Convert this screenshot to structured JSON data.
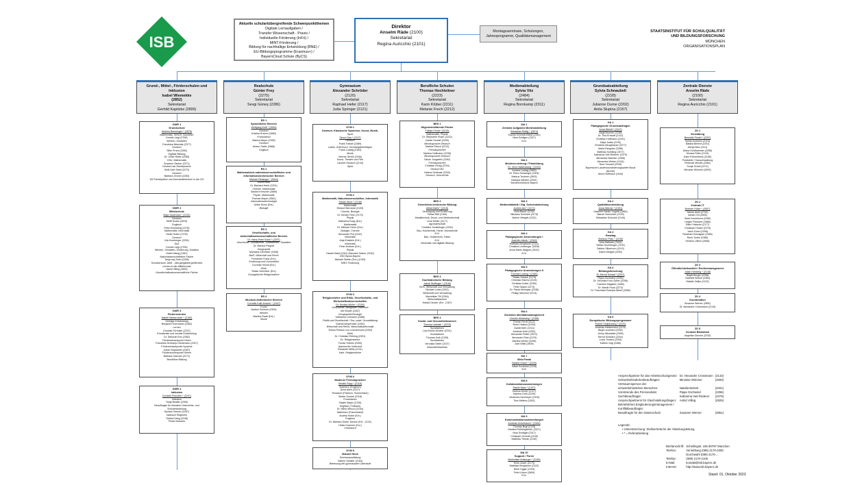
{
  "logo": {
    "text": "ISB",
    "color": "#1a9a4b"
  },
  "focus_box": {
    "title": "Aktuelle schulartübergreifende Schwerpunktthemen",
    "lines": [
      "Digitale Lernaufgaben /",
      "Transfer Wissenschaft - Praxis /",
      "Individuelle Förderung (InFö) /",
      "MINT-Förderung /",
      "Bildung für nachhaltige Entwicklung (BNE) /",
      "EU-Bildungsprogramme (Erasmus+) /",
      "BayernCloud Schule (ByCS)"
    ]
  },
  "director": {
    "title": "Direktor",
    "name": "Anselm Räde",
    "code": "(2100)",
    "sek": "Sekretariat",
    "sek_name": "Regina Auricchio (2101)"
  },
  "seminar_box": {
    "lines": [
      "Montagsseminare, Schulungen,",
      "Jahresprogramm, Qualitätsmanagement"
    ]
  },
  "header": {
    "l1": "STAATSINSTITUT FÜR SCHULQUALITÄT",
    "l2": "UND BILDUNGSFORSCHUNG",
    "l3": "MÜNCHEN",
    "l4": "ORGANISATIONSPLAN"
  },
  "depts": [
    {
      "lines": [
        "Grund-, Mittel-, Förderschulen und",
        "Inklusion",
        "Isabel Wiemekke",
        "(2852)",
        "Sekretariat",
        "Gerhild Kapitzke (2899)"
      ]
    },
    {
      "lines": [
        "Realschule",
        "Günter Frey",
        "(2275)",
        "Sekretariat",
        "Sevgi Güneş (2286)"
      ]
    },
    {
      "lines": [
        "Gymnasium",
        "Alexander Schröder",
        "(2120)",
        "Sekretariat",
        "Raphael Hefer (2117)",
        "Jutta Springer (2121)"
      ]
    },
    {
      "lines": [
        "Berufliche Schulen",
        "Thomas Hochleitner",
        "(2223)",
        "Sekretariat",
        "Karin Klüber (2211)",
        "Melanie Frech (2212)"
      ]
    },
    {
      "lines": [
        "Medienabteilung",
        "Sylvia Vitz",
        "(2484)",
        "Sekretariat",
        "Regina Bornkamp (2311)"
      ]
    },
    {
      "lines": [
        "Grundsatzabteilung",
        "Sylvia Schnaubelt",
        "(2228)",
        "Sekretariat",
        "Julianne Durne (2202)",
        "Anita Slupina (2157)"
      ]
    },
    {
      "lines": [
        "Zentrale Dienste",
        "Anselm Räde",
        "(2100)",
        "Sekretariat",
        "Regina Auricchio (2101)"
      ]
    }
  ],
  "units": [
    {
      "id": "gm1",
      "lines": [
        "GMFI 1",
        "Grundschule",
        "Andrea Brenninger * (2875)",
        "Mathematik, SINUS, SchuMaS",
        "Kerstin Liegl (2706)",
        "Werken, Gestalten",
        "Franziska Nitschak (2377)",
        "Deutsch",
        "Silke Prues (2283)",
        "Digitale Bildung",
        "Dr. Ulrike Rülke (2285)",
        "HSU, Mathematik",
        "Susanne Steiner (2271)",
        "Deutsch als Zweitsprache",
        "Wolf-Axel Stahl (2270)",
        "Deutsch",
        "Barbara Zeuner (2283)",
        "MV Partizipation und Demokratielernen in der GS"
      ]
    },
    {
      "id": "gm2",
      "lines": [
        "GMFI 2",
        "Mittelschule",
        "Maja Sauerman * (2234)",
        "Deutsch",
        "Steffi Duske (2876)",
        "Englisch",
        "Peter Eisenberg (2278)",
        "Mathematik, Informatik",
        "Heike Hutter (2709)",
        "Deutsch",
        "Uta Kronberger (2251)",
        "DaZ",
        "Kerstin Liegl (2706)",
        "Werken, Gestalten, Ernährung, Soziales",
        "Detlef Hänig (2381)",
        "Naturwissenschaftliche Fächer",
        "Tanja vay Zeeb (2265)",
        "Schulversuch JAMI - Jahrgangsübergreifendes",
        "Lernen in der Mittelschule",
        "Astrid Villing (2825)",
        "Gesellschaftswissenschaftliche Fächer"
      ]
    },
    {
      "id": "gm3",
      "lines": [
        "GMFI 3",
        "Förderschulen",
        "Isabell Niedermeier * (2150)",
        "Geistige Entwicklung",
        "Benjamin Dohrmann (2482)",
        "Lernen",
        "Dominik Fürholler (2247)",
        "Emotionale und soziale Entwicklung",
        "Dr. Deborah Eck (2382)",
        "Förderschwerpunkt Hören",
        "Franziska Schramp-Gleckmann (2327)",
        "Förderschwerpunkt Sprache",
        "Julian Degrauber (2387)",
        "Förderschwerpunkt Sehen",
        "Barbara Gascher (2271)",
        "Berufliche Bildung"
      ]
    },
    {
      "id": "gm4",
      "lines": [
        "GMFI 4",
        "Inklusion",
        "Dominik Fürholler * (2247)",
        "Inklusion",
        "Tanja Beattie (2269)",
        "Beauftragte für Inklusive Unterrichts- und",
        "Schulentwicklung",
        "Myriam Seesch (2267)",
        "Inklusive Regionen",
        "Tobias Eding (2198)",
        "Portal Inklusion"
      ]
    },
    {
      "id": "rs1",
      "lines": [
        "RS 1",
        "Sprachlicher Bereich",
        "Wolfgang Kolb * (2644)",
        "Deutsch",
        "Kristina Kramm (2660)",
        "Französisch",
        "Marina Mayer (2395)",
        "Deutsch",
        "Ariane Galler (2666)",
        "Englisch"
      ]
    },
    {
      "id": "rs2",
      "lines": [
        "RS 2",
        "Mathematisch-naturwissenschaftlicher und",
        "informationstechnischer Bereich",
        "Michael Reisinger * (2641)",
        "Mathematik",
        "Dr. Barbara Harle (2291)",
        "Chemie, Mathematik",
        "Sandra Kerscher (2689)",
        "Physik, Mathematik",
        "Thomas Mayer (2661)",
        "Informationstechnologie",
        "Ulrike Dives (Ext.)",
        "Biologie"
      ]
    },
    {
      "id": "rs3",
      "lines": [
        "RS 3",
        "Gesellschafts- und",
        "wirtschaftswissenschaftlicher Bereich",
        "Dr. Hans-Peter Eckel * (2297)",
        "Geschichte, Sozialkunde, Sozialwesen, Sozialbre",
        "Dr. Markus Pingold",
        "Geographie",
        "Michaela Schreiber (2398)",
        "BwR, Wirtschaft und Recht",
        "Friederike Frank (Ext.)",
        "Ernährung und Gesundheit",
        "Cornelia Heindl (Ext.)",
        "Ethik",
        "Tobias Schreiner (Ext.)",
        "Evangelische Religionslehre"
      ]
    },
    {
      "id": "rs4",
      "lines": [
        "RS 4",
        "Musisch-ästhetischer Bereich",
        "Cornelia Kalb-Knauer * (2447)",
        "Kunst",
        "Nadine Schöner (2393)",
        "Werken",
        "Martina Raab (Ext.)",
        "Musik"
      ]
    },
    {
      "id": "gym1",
      "lines": [
        "GYM 1",
        "Deutsch, Klassische Sprachen, Kunst, Musik,",
        "Sport",
        "Simon Das * (2137)",
        "Deutsch",
        "Frank Fabian (2389)",
        "Latein, Griechisch, Hochbegabtenfragen",
        "Frank Ludwig (2163)",
        "Musik",
        "Werner Strößl (2156)",
        "Kunst, Theater und Film",
        "Laurent Gerasch (2144)",
        "Sport"
      ]
    },
    {
      "id": "gym2",
      "lines": [
        "GYM 2",
        "Mathematik, Naturwissenschaften, Informatik",
        "Tobias Stork * (2138)",
        "Mathematik",
        "Roland Sternecki (2139)",
        "Chemie, Biologie",
        "Dr. Kerstin Fehn (2173)",
        "Physik",
        "Katharina Rupp (Ext.)",
        "Mathematik",
        "Dr. Michael Gerrn (Ext.)",
        "Biologie, Chemie",
        "Alexander Ruf (2152)",
        "Informatik",
        "Anja Eckstein (Ext.)",
        "Informatik",
        "Peter Kreitzer (Ext.)",
        "Physik",
        "Harald Haidt (2161) Manuela Seliner (2162)",
        "DELTAplus Bayern",
        "Michael Stefan (Ext.) (2199)",
        "MINT-Förderung"
      ]
    },
    {
      "id": "gym3",
      "lines": [
        "GYM 3",
        "Religionslehre und Ethik, Gesellschafts- und",
        "Wirtschaftswissenschaften",
        "Dr. Monika Müller * (2155)",
        "Geschichte, bilingualer Unterricht",
        "Ute Binder (2287)",
        "Geographie/Geologie",
        "Katharina Lehmann (2386)",
        "Politik und Gesellschaft / Soz. prakt. Grundbildung",
        "Gabriel Meyerhöfer (2392)",
        "Wirtschaft und Recht, Wirtschaftsinformatik",
        "Teresa Pretsch von Lerchenhorst (2393)",
        "Ethik",
        "Dr. Christian Röhring (2391)",
        "Ev. Religionslehre",
        "Funda Yildirim (2390)",
        "Islamischer Unterricht",
        "Elisabeth Willis (2131)",
        "Kath. Religionslehre"
      ]
    },
    {
      "id": "gym4",
      "lines": [
        "GYM 4",
        "Moderne Fremdsprachen",
        "Kerstin Popp * (2110)",
        "Spanisch (Englisch)",
        "Anna Allen (2227)",
        "Russisch (Polnisch, Tschechisch)",
        "Stefan Gundel (2118)",
        "Französisch",
        "Sibylle Mayer (2135)",
        "Englisch (Türkisch)",
        "Dr. Mirko Mirucci (2154)",
        "Italienisch (Französisch)",
        "Andrea Holler (Ext.)",
        "Englisch",
        "Dr. Barbara Guber-Dorsch (Ext. -2124)",
        "Heike Kraemer (Ext.)",
        "Chinesisch"
      ]
    },
    {
      "id": "gym5",
      "lines": [
        "GYM 5",
        "Manuel Hock",
        "Seminarausbildung",
        "Sabine Schäfer (2184)",
        "Betreuung der gymnasialen Oberstufe"
      ]
    },
    {
      "id": "bs1",
      "lines": [
        "BES 1",
        "Allgemeinbildende Fächer",
        "Fabian Fendt * (2219)",
        "Mathematik, Physik",
        "Dr. Stephanie Hoyer (2222)",
        "Daniel Hundel (2209)",
        "Berufssprache Deutsch",
        "Martha Fritsch (2213)",
        "Fremdsprachen",
        "Martina Hoffmann (2238)",
        "Berufssprache Deutsch",
        "Nicole Jungwirth (2290)",
        "Fremdsprachen",
        "Christian König (2216)",
        "Deutsch BO",
        "Helena Sedlmair (2200)",
        "Deutsch, Geschichte"
      ]
    },
    {
      "id": "bs2",
      "lines": [
        "BES 2",
        "Gewerblich-technische Bildung",
        "Alfred Biehl * (2215)",
        "Versorgung und Ernährung",
        "Tobias Bilit (2184)",
        "Metalltechnik, Druck- und Medientechnik",
        "Lena Müller (2177)",
        "Agrarwirtschaft",
        "Christine Schlebinger (2292)",
        "Bau, Holztechnik, Farbe, Monoberufe",
        "N.N.",
        "Bau, Holztechnik, Farbe",
        "N.N.",
        "Informatik und digitale Bildung"
      ]
    },
    {
      "id": "bs3",
      "lines": [
        "BES 3",
        "Kaufmännische Bildung",
        "Jakob Stoffinger * (2106)",
        "BOS, Wirtschaft und Verwaltung",
        "Michael Lobiz (2202)",
        "Wirtschaft und Verwaltung",
        "Maximilian Till (2264)",
        "Wirtschaftsschule",
        "Harald Decker (Ext. -2167)"
      ]
    },
    {
      "id": "bs4",
      "lines": [
        "BES 4",
        "Sozial- und Gesundheitswesen",
        "Theresa Vollrath * (2276)",
        "Sozialwesen",
        "Lisa Kohler-Becker (2231)",
        "Sozialwesen",
        "Thomas Kolb (2195)",
        "Sozialwesen",
        "Veronika Seiler (2107)",
        "Gesundheitswesen"
      ]
    },
    {
      "id": "ma1",
      "lines": [
        "MA 1",
        "Zentrale Aufgaben Medienabteilung",
        "Sebastian Rettig * (2674)",
        "Sophia Schmidt-Habdi (2282)",
        "Nina Schilgen (2317)",
        "N.N."
      ]
    },
    {
      "id": "ma2",
      "lines": [
        "MA 2",
        "Medienerziehung / Filmbildung",
        "Dr. Vera Haldenwang * (2243)",
        "Andrea Ludwig (2853)",
        "Dr. Petra Schweiger (2304)",
        "Markus Teubner (2803)",
        "Barbara Winkler (2944)",
        "SchulKinoWoche Bayern"
      ]
    },
    {
      "id": "ma3",
      "lines": [
        "MA 3",
        "Mediendidaktik / Dig. Schulentwicklung",
        "Jochen Ant * (2171)",
        "Viola Bauer (2132)",
        "Nikolaus Schimek (2178)",
        "Marion Weigelt (2312)"
      ]
    },
    {
      "id": "ma4",
      "lines": [
        "MA 4",
        "Pädagogische Anwendungen I",
        "Joachim Jakob * (2342)",
        "Matthias Bergbauer (2122)",
        "Christina Lemberger (2839)",
        "Anna Meier-Wagner (2610)",
        "N.N."
      ]
    },
    {
      "id": "ma5",
      "lines": [
        "MA 5",
        "Pädagogische Anwendungen II",
        "Thomas Ludwig * (2180)",
        "Tobias Garske (2179)",
        "Christian Harms (2315)",
        "Christian Kutter (2250)",
        "Peter Mayer (2273)",
        "Dr. Paola Menegaz (2248)",
        "Philipp Memmel (2313)"
      ]
    },
    {
      "id": "ma6",
      "lines": [
        "MA 6",
        "Zentrales Identitätsmanagement",
        "Christin Winterling * (2168)",
        "Florian Ferdl (2112)",
        "René Hellesu (2249)",
        "Daniel Ibler (2214)",
        "Andreas Kolb (2252)",
        "Alexander Reiter (2672)",
        "Alexander Rösl (2129)",
        "Martina Weber (2208)",
        "Axel Wildt (2609)"
      ]
    },
    {
      "id": "ma7",
      "lines": [
        "MA 7",
        "Web-Portal",
        "Nadine Kauer * (2109)",
        "Julian Kurzböck (2118)",
        "N.N."
      ]
    },
    {
      "id": "ma8",
      "lines": [
        "MA 8",
        "Kollaborationsanwendungen",
        "Daniel Marx * (2197)",
        "Markus Binder (2127)",
        "Sabrina Größ (2235)",
        "Johannes Neumeyer (2316)",
        "Tina Wellers (2263)"
      ]
    },
    {
      "id": "ma9",
      "lines": [
        "MA 9",
        "Kommunikationsanwendungen",
        "Andreas Schmeduch * (2264)",
        "Thomas Bugl (2126)",
        "Daniela Röthlingshöfer (2671)",
        "Nina Schlägel (2317)",
        "Christoph Schmid (2128)",
        "Matthias Thiede (2130)"
      ]
    },
    {
      "id": "ma10",
      "lines": [
        "MA 10",
        "Support / Foren",
        "Maximilian Aufsurger * (2245)",
        "Erinn Arwer (2173)",
        "Matthias Bergbauer (2122)",
        "René Egger (2194)",
        "Felix Kürzer (2809)",
        "N.N."
      ]
    },
    {
      "id": "ga1",
      "lines": [
        "GA 1",
        "Pädagogische Grundsatzfragen",
        "Anna Wendl * (2147)",
        "Birgit Brunner (2196)",
        "Dr. Tina Erhardt (2141)",
        "Christian Hoffmann (2241)",
        "Katja Judas (2190)",
        "Christina Neugebauer (2277)",
        "Maria Pangratz (2288)",
        "Matthias Schilling (2677)",
        "Katharina Veit-Röderer (2379)",
        "Alexandra Wachter (2268)",
        "Alexandra Weber (2134)",
        "Nora Youssef (2240)",
        "Bayerische Landeskoordinierungsstelle Musik",
        "(BLKM)",
        "Anna Hoffmann (1944)"
      ]
    },
    {
      "id": "ga2",
      "lines": [
        "GA 2",
        "Qualitätsentwicklung",
        "Anna Werner * (2191)",
        "Gabriele Hanke-Vogelei (2850)",
        "Marcel Schneider (2378)",
        "Sebastian Schunke (2140)"
      ]
    },
    {
      "id": "ga3",
      "lines": [
        "GA 3",
        "Ganztag",
        "Stefanie Peitz * (2195)",
        "Julia Halbeter (2161)",
        "Stefan Hochberger (2192)",
        "Sabine Silberhorn (2113)",
        "Katrin Weigelt (2290)"
      ]
    },
    {
      "id": "ga4",
      "lines": [
        "GA 4",
        "Bildungsforschung",
        "Dr. Bernd Schaal * (2297)",
        "Pippa Gschwind (2255)",
        "Dr. Veronika Kron-Speer (2256)",
        "Caroline Magister (2465)",
        "Dr. Martin Pook (2273)",
        "Dr. Franziska Rudolph-Albert (2896)"
      ]
    },
    {
      "id": "ga5",
      "lines": [
        "GA 5",
        "Europäische Bildungsprogramme",
        "Robert Stülpenberg * (2220)",
        "Andreas Heidenreich (2379)",
        "Birgit Leonhard (2182)",
        "Jenny Nikolaidis (2289)",
        "Bernd Schwarz (2244)",
        "Lucia Troiano (2254)",
        "Kathrin Vogl (2466)"
      ]
    },
    {
      "id": "zd1",
      "lines": [
        "ZD 1",
        "Verwaltung",
        "Benedikt Fiedel * (2257)",
        "Sylvia Auricchio (2114)",
        "Natalia Belenit (2201)",
        "Alexja Binz (2111)",
        "Diana Goldhammer (2285)",
        "Monica Ritter (2133)",
        "Karin Röhrenbeck (2165)",
        "Poststelle / Hausverwaltung",
        "Reinhold Merath (2364)",
        "Sonja Scheil (2474)",
        "Miroslav Wimmer (2693)"
      ]
    },
    {
      "id": "zd2",
      "lines": [
        "ZD 2",
        "Zentrale IT",
        "Bertram Hüller * (2657)",
        "Tamim Amiri (2732)",
        "Adrian Cili (2845)",
        "Ilaria Cosnekova (2280)",
        "Holger Fritzsche (2686)",
        "Silke Fritzsche (2177)",
        "Christoph Hüske (2278)",
        "Yasin Gürel (2298)",
        "Rukshan Hurnagam (2286)",
        "Rene Tonke (2385)",
        "Heidrun Ullrich (2658)"
      ]
    },
    {
      "id": "zd3",
      "lines": [
        "ZD 3",
        "Öffentlichkeitsarbeit / Rechtemanagement",
        "Julian Höhberg * (2148)",
        "Birgitt Berger (2258)",
        "Gabriele Böhne (2384)",
        "Natalie Zeljko (2123)"
      ]
    },
    {
      "id": "zd4",
      "lines": [
        "ZD 4",
        "Koordination",
        "Susanne Werner (2851)",
        "Dr. Alexander Crössmann (2143)"
      ]
    },
    {
      "id": "zd5",
      "lines": [
        "ZD 5",
        "Zentrale Bibliothek",
        "Angelika Göncke (2233)"
      ]
    }
  ],
  "contacts": {
    "rows": [
      [
        "Ansprechpartner für das Arbeitsschutzgesetz:",
        "Dr. Alexander Crössmann",
        "(2143)"
      ],
      [
        "Schwerbehindertenbeauftragter:",
        "Miroslav Wimmer",
        "(2693)"
      ],
      [
        "Vertrauensperson der",
        "",
        ""
      ],
      [
        "schwerbehinderten Menschen:",
        "Natalia Belenit",
        "(2201)"
      ],
      [
        "Vorsitzende des Personalrats:",
        "Pippa Gschwind",
        "(2255)"
      ],
      [
        "Suchtbeauftragte:",
        "Katharina Veit-Röderer",
        "(2379)"
      ],
      [
        "Ansprechpartnerin für Gleichstellungsfragen:",
        "Astrid Villing",
        "(2825)"
      ],
      [
        "Betriebliches Eingliederungsmanagement /",
        "",
        ""
      ],
      [
        "Konfliktbeauftragte:",
        "",
        ""
      ],
      [
        "Beauftragte für den Datenschutz:",
        "Susanne Werner",
        "(2851)"
      ]
    ],
    "legend_title": "Legende:",
    "legend": [
      "Unterstreichung: Stellvertreter/in der Abteilungsleitung",
      "* = Referatsleitung"
    ],
    "address": [
      [
        "Briefanschrift:",
        "Schellingstr. 155 80797 München"
      ],
      [
        "Telefon:",
        "Vermittlung (089) 2170-2000"
      ],
      [
        "",
        "Durchwahl   (089) 2170-..."
      ],
      [
        "Telefax:",
        "(089) 2170-2105"
      ],
      [
        "E-Mail:",
        "kontakt@isb.bayern.de"
      ],
      [
        "Internet:",
        "http://www.isb.bayern.de"
      ]
    ],
    "stand": "Stand: 01. Oktober 2023"
  }
}
